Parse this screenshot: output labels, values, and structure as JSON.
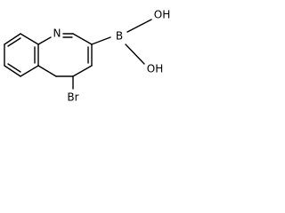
{
  "molecule": {
    "atoms": {
      "n1": "N",
      "b": "B",
      "oh_top": "OH",
      "oh_bottom": "OH",
      "br": "Br"
    }
  }
}
